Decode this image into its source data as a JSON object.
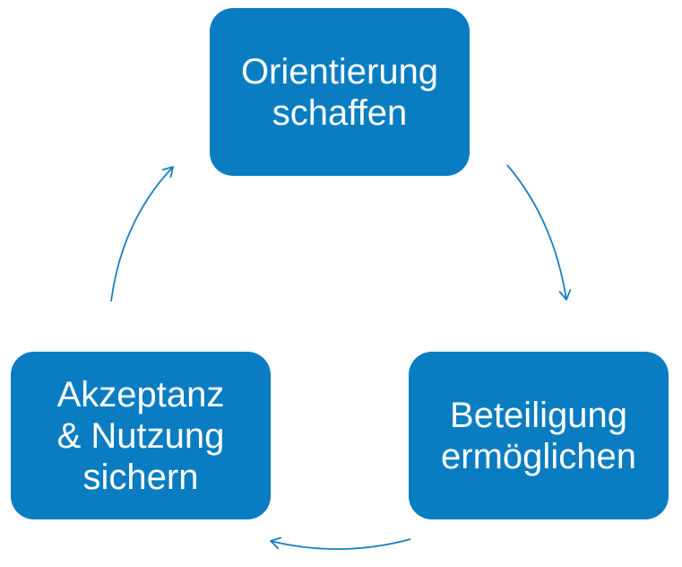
{
  "colors": {
    "node_fill": "#0a7dc2",
    "node_text": "#ffffff",
    "arrow": "#1a7fc1"
  },
  "nodes": {
    "top": {
      "line1": "Orientierung",
      "line2": "schaffen"
    },
    "right": {
      "line1": "Beteiligung",
      "line2": "ermöglichen"
    },
    "left": {
      "line1": "Akzeptanz",
      "line2": "& Nutzung",
      "line3": "sichern"
    }
  }
}
